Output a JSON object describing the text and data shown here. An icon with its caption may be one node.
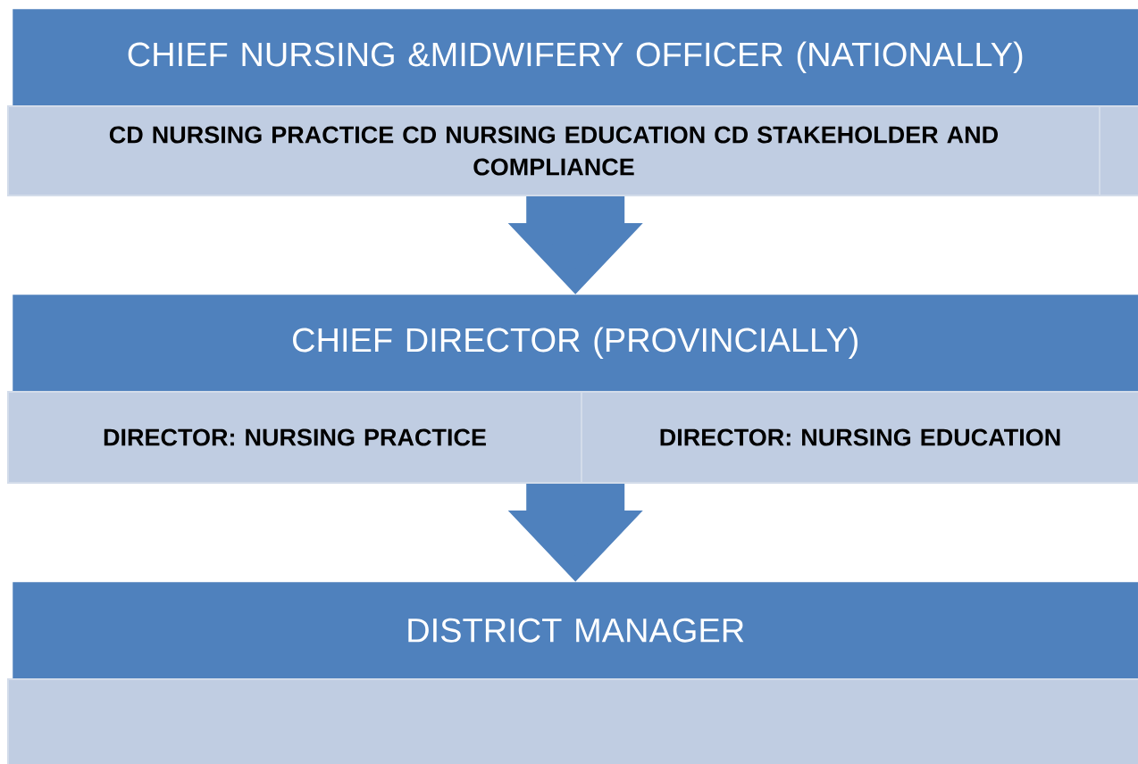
{
  "diagram": {
    "nodes": [
      {
        "text": [
          "CHIEF NURSING &MIDWIFERY OFFICER (NATIONALLY)"
        ]
      },
      {
        "text": [
          "CD NURSING PRACTICE CD NURSING EDUCATION CD STAKEHOLDER AND COMPLIANCE"
        ]
      },
      {
        "text": [],
        "shape": "box"
      },
      {
        "text": [
          "CHIEF DIRECTOR (PROVINCIALLY)"
        ]
      },
      {
        "text": [
          "DIRECTOR: NURSING PRACTICE"
        ]
      },
      {
        "text": [
          "DIRECTOR: NURSING EDUCATION"
        ]
      },
      {
        "text": [
          "DISTRICT MANAGER"
        ]
      },
      {
        "text": [],
        "shape": "box"
      }
    ],
    "edges": [
      {
        "from": 1,
        "to": 3,
        "arrow": "to"
      },
      {
        "from": 4,
        "to": 6,
        "arrow": "to"
      }
    ]
  }
}
